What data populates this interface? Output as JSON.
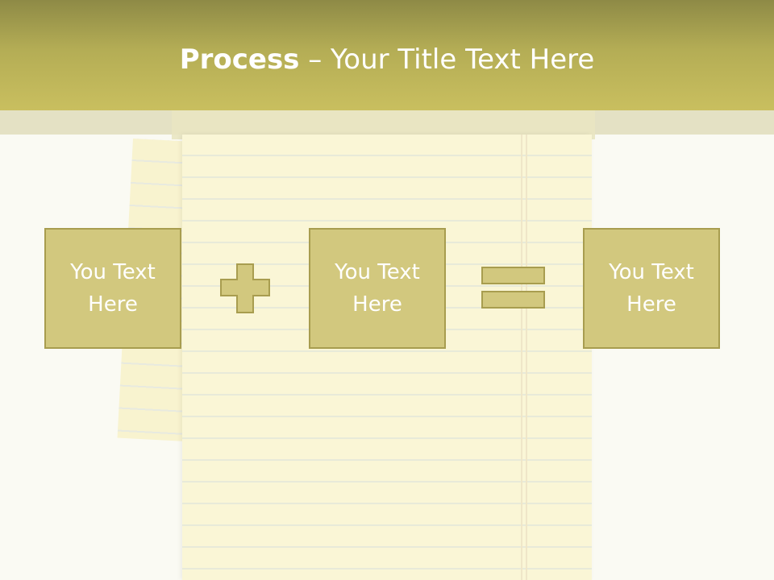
{
  "title": {
    "bold": "Process",
    "rest": " – Your Title Text Here"
  },
  "diagram": {
    "boxes": [
      {
        "text": "You Text Here"
      },
      {
        "text": "You Text Here"
      },
      {
        "text": "You Text Here"
      }
    ],
    "operators": [
      "plus",
      "equals"
    ]
  },
  "colors": {
    "header_top": "#8e8a46",
    "header_bottom": "#c9bf5f",
    "box_fill": "#d2c87e",
    "box_border": "#a89d4f",
    "paper": "#faf6d6"
  }
}
